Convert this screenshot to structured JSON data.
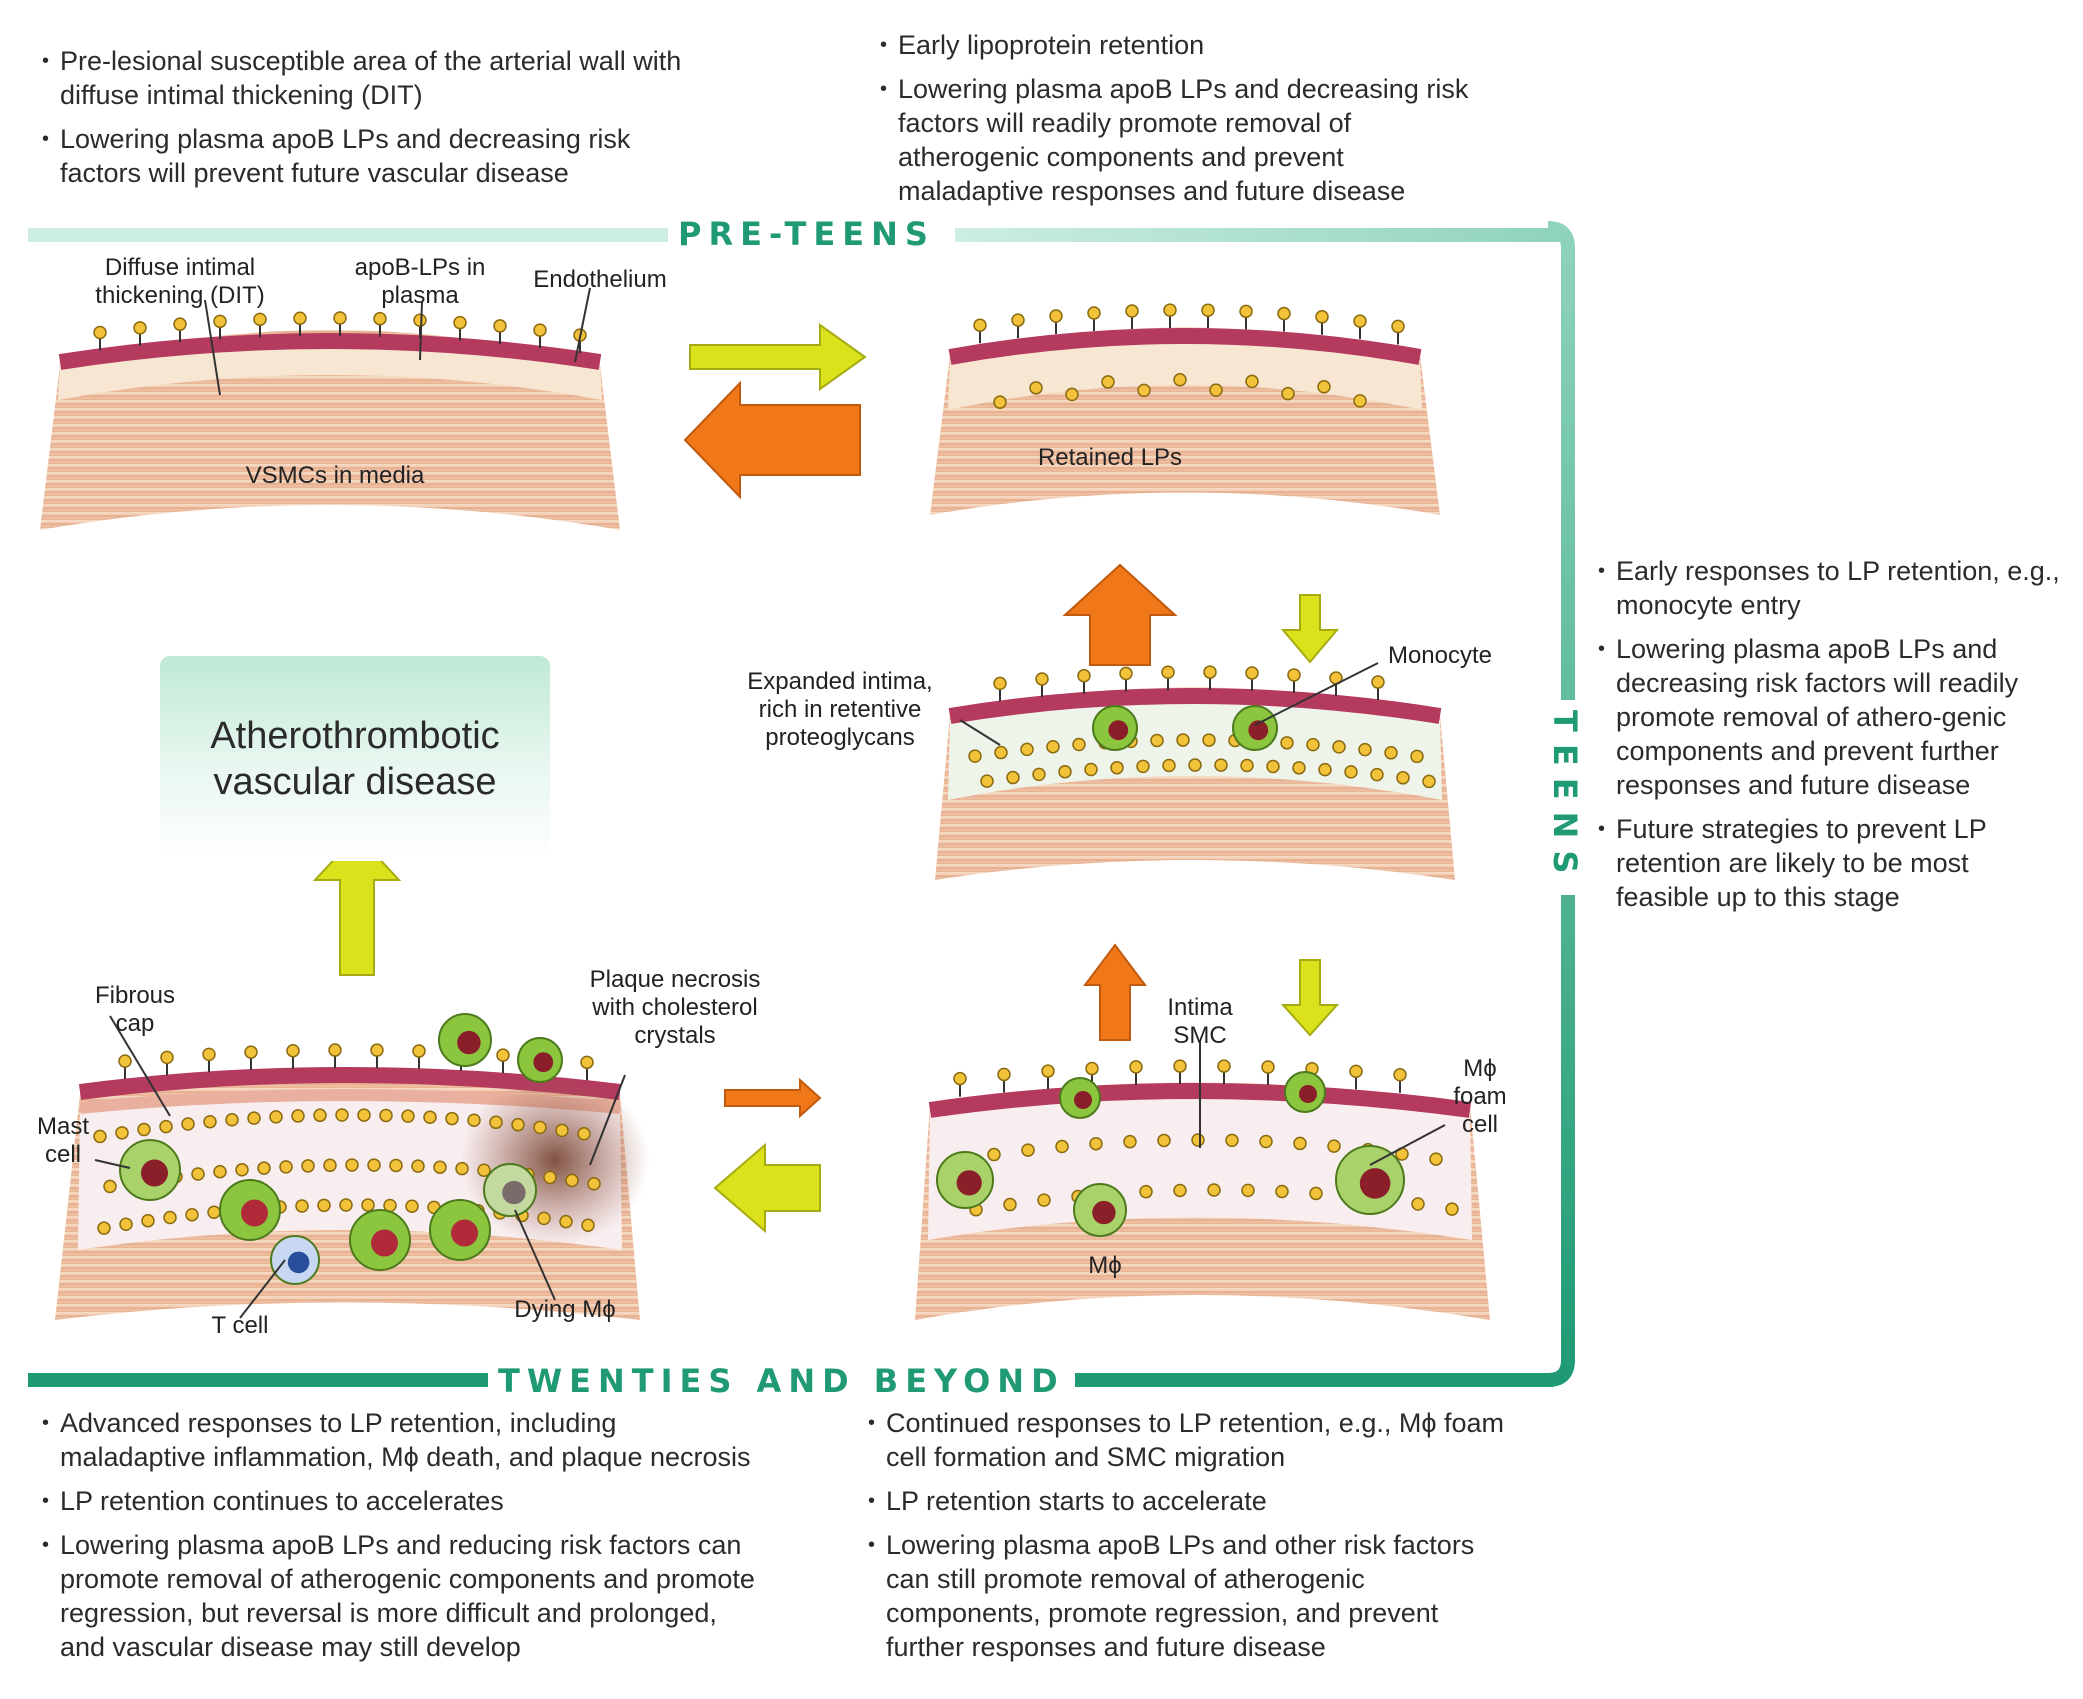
{
  "top_left_bullets": [
    "Pre-lesional susceptible area of the arterial wall with diffuse intimal thickening (DIT)",
    "Lowering plasma apoB LPs and decreasing risk factors will prevent future vascular disease"
  ],
  "top_right_bullets": [
    "Early lipoprotein retention",
    "Lowering plasma apoB LPs and decreasing risk factors will readily promote removal of atherogenic components and prevent maladaptive responses and future disease"
  ],
  "right_bullets": [
    "Early responses to LP retention, e.g., monocyte entry",
    "Lowering plasma apoB LPs and decreasing risk factors will readily promote removal of athero-genic components and prevent further responses and future disease",
    "Future strategies to prevent LP retention are likely to be most feasible up to this stage"
  ],
  "bottom_left_bullets": [
    "Advanced responses to LP retention, including maladaptive inflammation, Mϕ death, and plaque necrosis",
    "LP retention continues to accelerates",
    "Lowering plasma apoB LPs and reducing risk factors can promote removal of atherogenic components and promote regression, but reversal is more difficult and prolonged, and vascular disease may still develop"
  ],
  "bottom_right_bullets": [
    "Continued responses to LP retention, e.g., Mϕ foam cell formation and SMC migration",
    "LP retention starts to accelerate",
    "Lowering plasma apoB LPs and other risk factors can still promote removal of atherogenic components, promote regression, and prevent further responses and future disease"
  ],
  "stages": {
    "pre_teens": "PRE-TEENS",
    "teens": "TEENS",
    "twenties": "TWENTIES AND BEYOND"
  },
  "outcome": "Atherothrombotic vascular disease",
  "labels": {
    "dit": "Diffuse intimal thickening (DIT)",
    "apob_plasma": "apoB-LPs in plasma",
    "endothelium": "Endothelium",
    "vsmcs": "VSMCs in media",
    "retained": "Retained LPs",
    "expanded": "Expanded intima, rich in retentive proteoglycans",
    "monocyte": "Monocyte",
    "intima_smc": "Intima SMC",
    "foam_cell": "Mϕ foam cell",
    "macrophage": "Mϕ",
    "fibrous_cap": "Fibrous cap",
    "mast_cell": "Mast cell",
    "plaque_necrosis": "Plaque necrosis with cholesterol crystals",
    "t_cell": "T cell",
    "dying_mac": "Dying Mϕ"
  },
  "colors": {
    "teal": "#1f9a74",
    "teal_light": "#b7e4d3",
    "forward_arrow": "#d9e21a",
    "reverse_arrow": "#f07818",
    "endothelium": "#b43a5e",
    "media": "#f1c7a8",
    "lipoprotein": "#f2c23a"
  }
}
